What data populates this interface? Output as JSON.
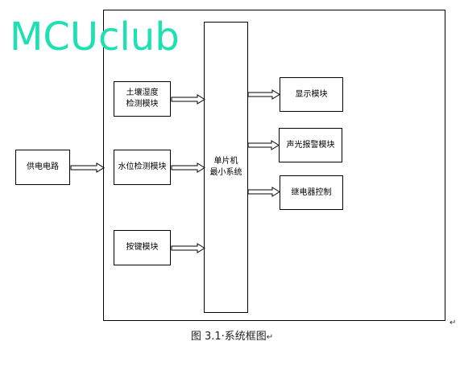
{
  "watermark": "MCUclub",
  "modules": {
    "power": "供电电路",
    "soil": [
      "土壤湿度",
      "检测模块"
    ],
    "water": "水位检测模块",
    "keys": "按键模块",
    "mcu": [
      "单片机",
      "最小系统"
    ],
    "display": "显示模块",
    "alarm": "声光报警模块",
    "relay": "继电器控制"
  },
  "caption": "图 3.1·系统框图",
  "marks": {
    "return": "↵",
    "caption_return": "↵"
  },
  "colors": {
    "watermark": "#1fe0b2",
    "line": "#000000"
  }
}
